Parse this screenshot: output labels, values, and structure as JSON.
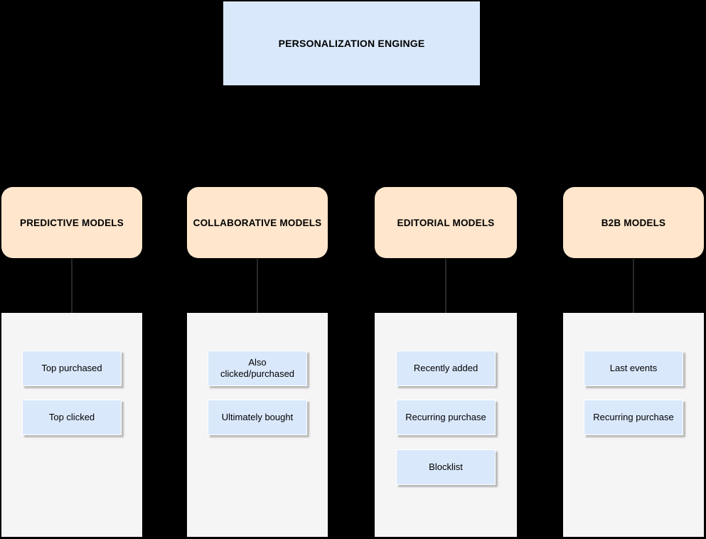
{
  "diagram": {
    "root": {
      "label": "PERSONALIZATION ENGINGE"
    },
    "branches": [
      {
        "id": "predictive",
        "header": "PREDICTIVE MODELS",
        "items": [
          "Top purchased",
          "Top clicked"
        ]
      },
      {
        "id": "collaborative",
        "header": "COLLABORATIVE MODELS",
        "items": [
          "Also\nclicked/purchased",
          "Ultimately bought"
        ]
      },
      {
        "id": "editorial",
        "header": "EDITORIAL MODELS",
        "items": [
          "Recently added",
          "Recurring purchase",
          "Blocklist"
        ]
      },
      {
        "id": "b2b",
        "header": "B2B MODELS",
        "items": [
          "Last events",
          "Recurring purchase"
        ]
      }
    ],
    "colors": {
      "background": "#000000",
      "root_fill": "#dae8fc",
      "branch_fill": "#ffe6cc",
      "panel_fill": "#f5f5f5",
      "item_fill": "#dae8fc",
      "item_border": "#ffffff",
      "arrow": "#333333",
      "text": "#000000"
    }
  }
}
